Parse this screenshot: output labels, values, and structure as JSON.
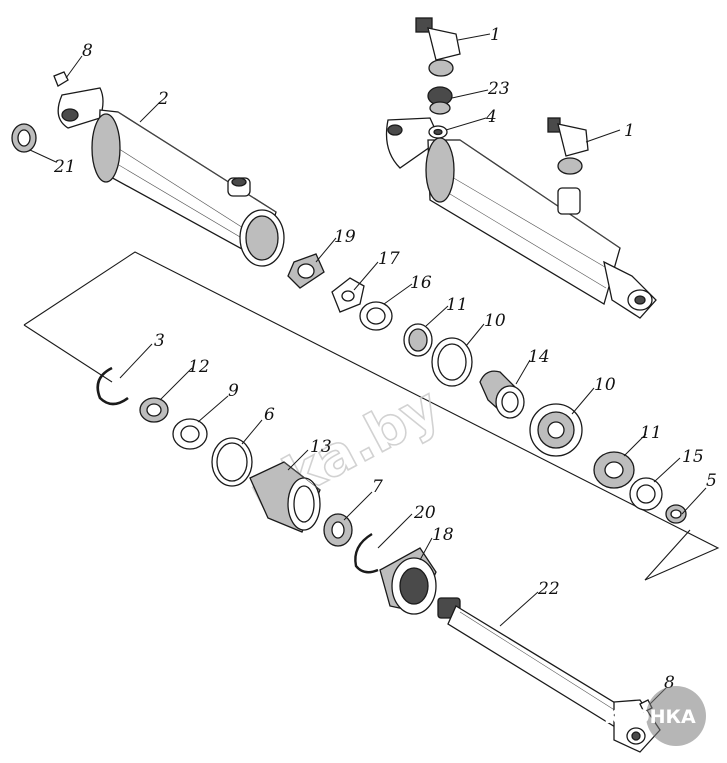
{
  "diagram": {
    "callouts": [
      {
        "id": "c1a",
        "text": "1"
      },
      {
        "id": "c1b",
        "text": "1"
      },
      {
        "id": "c2",
        "text": "2"
      },
      {
        "id": "c3",
        "text": "3"
      },
      {
        "id": "c4",
        "text": "4"
      },
      {
        "id": "c5",
        "text": "5"
      },
      {
        "id": "c6",
        "text": "6"
      },
      {
        "id": "c7",
        "text": "7"
      },
      {
        "id": "c8a",
        "text": "8"
      },
      {
        "id": "c8b",
        "text": "8"
      },
      {
        "id": "c9",
        "text": "9"
      },
      {
        "id": "c10a",
        "text": "10"
      },
      {
        "id": "c10b",
        "text": "10"
      },
      {
        "id": "c11a",
        "text": "11"
      },
      {
        "id": "c11b",
        "text": "11"
      },
      {
        "id": "c12",
        "text": "12"
      },
      {
        "id": "c13",
        "text": "13"
      },
      {
        "id": "c14",
        "text": "14"
      },
      {
        "id": "c15",
        "text": "15"
      },
      {
        "id": "c16",
        "text": "16"
      },
      {
        "id": "c17",
        "text": "17"
      },
      {
        "id": "c18",
        "text": "18"
      },
      {
        "id": "c19",
        "text": "19"
      },
      {
        "id": "c20",
        "text": "20"
      },
      {
        "id": "c21",
        "text": "21"
      },
      {
        "id": "c22",
        "text": "22"
      },
      {
        "id": "c23",
        "text": "23"
      }
    ]
  },
  "watermark": {
    "text": "nka.by"
  },
  "logo": {
    "text": "КРОНКА"
  }
}
